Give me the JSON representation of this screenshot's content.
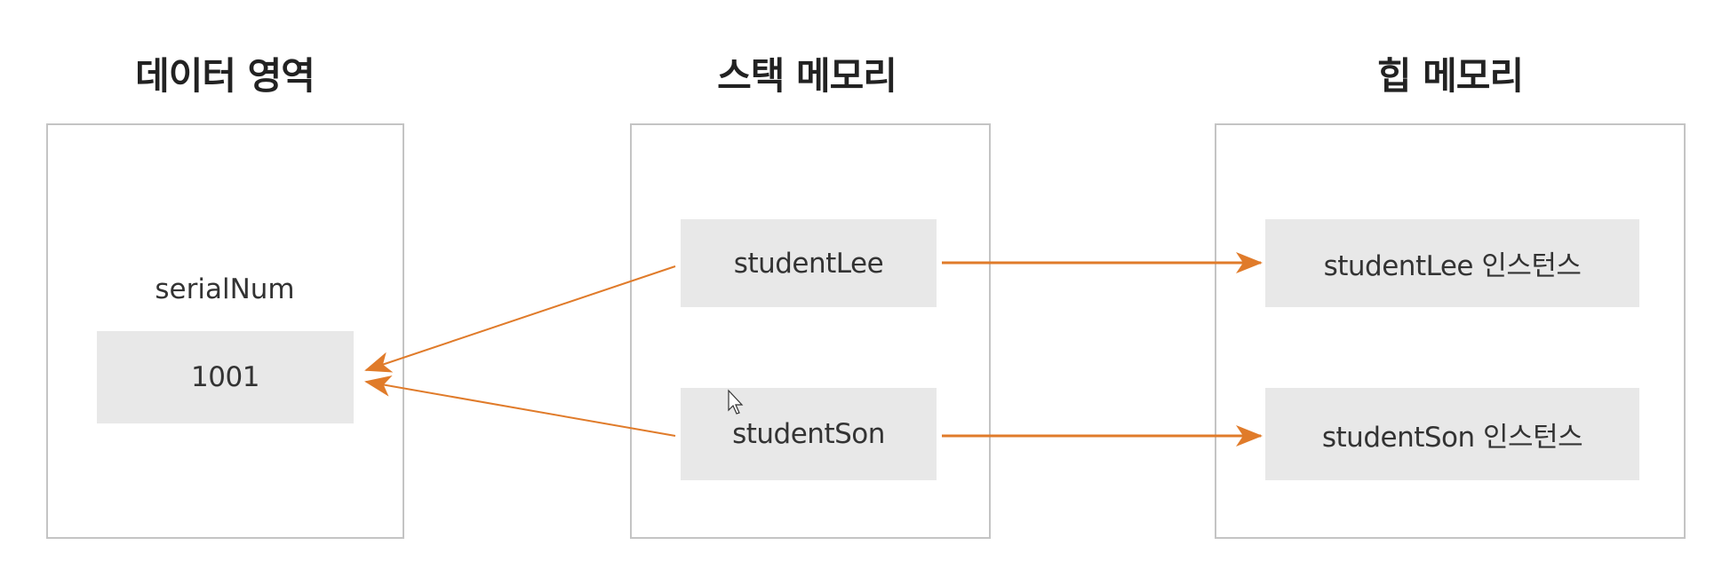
{
  "titles": {
    "data_area": "데이터 영역",
    "stack": "스택 메모리",
    "heap": "힙 메모리"
  },
  "data_area": {
    "variable_label": "serialNum",
    "value": "1001"
  },
  "stack": {
    "items": [
      "studentLee",
      "studentSon"
    ]
  },
  "heap": {
    "items": [
      "studentLee 인스턴스",
      "studentSon 인스턴스"
    ]
  },
  "colors": {
    "arrow": "#e07b2a",
    "cell": "#e8e8e8",
    "border": "#c4c4c4"
  }
}
